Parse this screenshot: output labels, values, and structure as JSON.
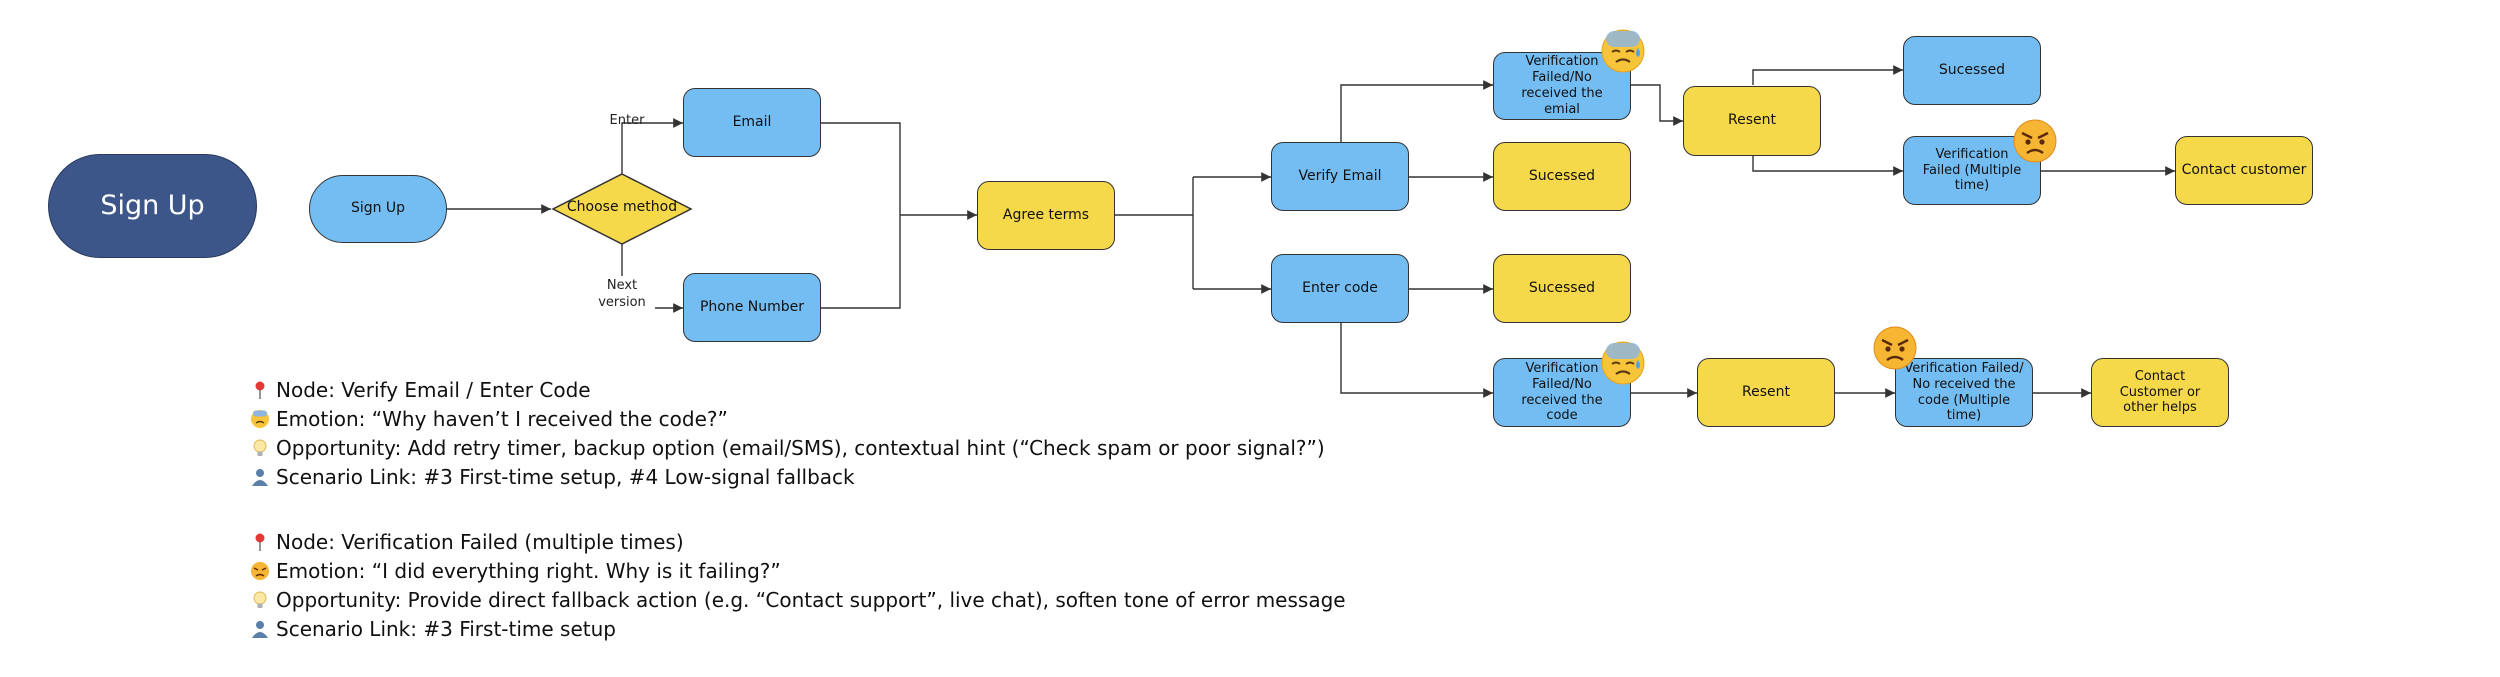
{
  "start_node": "Sign Up",
  "nodes": {
    "signup": "Sign Up",
    "choose": "Choose method",
    "email": "Email",
    "phone": "Phone Number",
    "agree": "Agree terms",
    "verify_email": "Verify Email",
    "enter_code": "Enter code",
    "vf_email": "Verification Failed/No received the emial",
    "succ_email": "Sucessed",
    "succ_code": "Sucessed",
    "vf_code": "Verification Failed/No received the code",
    "resent_top": "Resent",
    "succ_top": "Sucessed",
    "vf_multi_top": "Verification Failed  (Multiple time)",
    "contact_top": "Contact customer",
    "resent_bottom": "Resent",
    "vf_multi_bottom": "Verification Failed/ No received the code  (Multiple time)",
    "contact_bottom": "Contact Customer or other helps"
  },
  "edge_labels": {
    "enter": "Enter",
    "next_version": "Next version"
  },
  "notes": [
    {
      "node": "Node: Verify Email / Enter Code",
      "emotion": "Emotion: “Why haven’t I received the code?”",
      "opportunity": "Opportunity: Add retry timer, backup option (email/SMS), contextual hint (“Check spam or poor signal?”)",
      "scenario": "Scenario Link: #3 First-time setup, #4 Low-signal fallback"
    },
    {
      "node": "Node: Verification Failed (multiple times)",
      "emotion": "Emotion: “I did everything right. Why is it failing?”",
      "opportunity": "Opportunity: Provide direct fallback action (e.g. “Contact support”, live chat), soften tone of error message",
      "scenario": "Scenario Link: #3 First-time setup"
    }
  ],
  "colors": {
    "start_fill": "#3d5689",
    "blue_node": "#74bdf3",
    "yellow_node": "#f5d94b",
    "line": "#333333"
  },
  "icons": [
    "pin-icon",
    "anxious-face-icon",
    "angry-face-icon",
    "lightbulb-icon",
    "person-icon"
  ]
}
